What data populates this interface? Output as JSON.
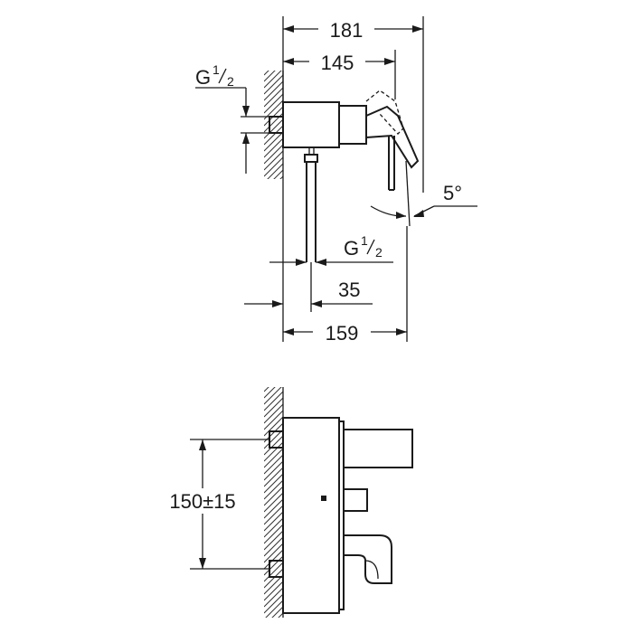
{
  "top_view": {
    "dim_181": "181",
    "dim_145": "145",
    "thread_upper": {
      "base": "G",
      "num": "1",
      "den": "2"
    },
    "angle": "5°",
    "thread_lower": {
      "base": "G",
      "num": "1",
      "den": "2"
    },
    "dim_35": "35",
    "dim_159": "159"
  },
  "front_view": {
    "dim_150": "150±15"
  },
  "colors": {
    "line": "#1a1a1a",
    "background": "#ffffff"
  }
}
